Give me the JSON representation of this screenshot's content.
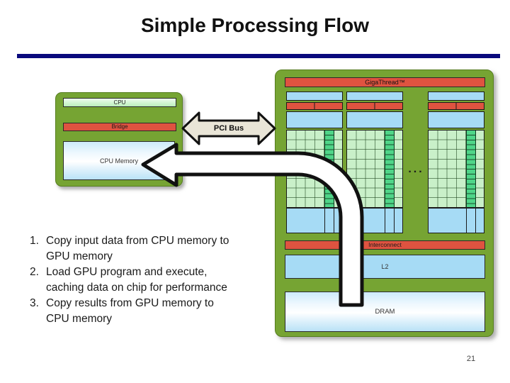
{
  "slide": {
    "title": "Simple Processing Flow",
    "page_number": "21"
  },
  "cpu_diagram": {
    "cpu_label": "CPU",
    "bridge_label": "Bridge",
    "memory_label": "CPU Memory"
  },
  "pci_bus": {
    "label": "PCI Bus"
  },
  "gpu_diagram": {
    "gigathread_label": "GigaThread™",
    "ellipsis": "...",
    "interconnect_label": "Interconnect",
    "l2_label": "L2",
    "dram_label": "DRAM"
  },
  "steps": [
    {
      "number": "1.",
      "lines": [
        "Copy input data from CPU memory to",
        "GPU memory"
      ]
    },
    {
      "number": "2.",
      "lines": [
        "Load GPU program and execute,",
        "caching data on chip for performance"
      ]
    },
    {
      "number": "3.",
      "lines": [
        "Copy results from GPU memory to",
        "CPU memory"
      ]
    }
  ],
  "colors": {
    "accent_rule": "#0a0a7d",
    "container_green": "#76a433",
    "bar_red": "#df5340",
    "bar_blue": "#a6dbf5",
    "grid_light_green": "#c9f0c9",
    "grid_dark_green": "#4fd588",
    "pci_arrow_fill": "#e9e5d7",
    "flow_arrow_fill": "#ffffff"
  }
}
